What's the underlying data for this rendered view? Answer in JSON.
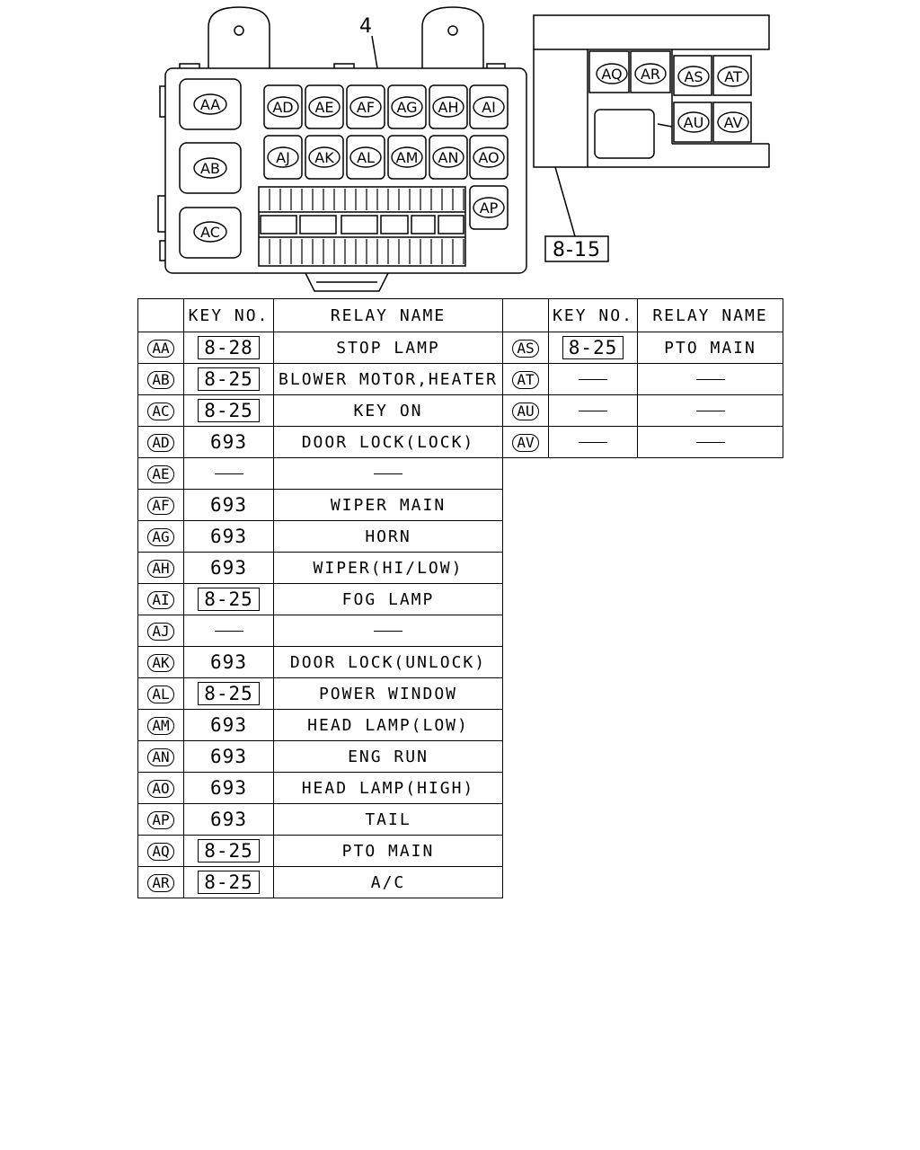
{
  "diagram": {
    "callout_main": "4",
    "callout_ref": "8-15",
    "fuse_box_labels": [
      "AA",
      "AB",
      "AC",
      "AD",
      "AE",
      "AF",
      "AG",
      "AH",
      "AI",
      "AJ",
      "AK",
      "AL",
      "AM",
      "AN",
      "AO",
      "AP"
    ],
    "sub_box_labels": [
      "AQ",
      "AR",
      "AS",
      "AT",
      "AU",
      "AV"
    ]
  },
  "table": {
    "headers": [
      "",
      "KEY NO.",
      "RELAY NAME"
    ],
    "left_rows": [
      {
        "code": "AA",
        "key": "8-28",
        "boxed": true,
        "name": "STOP LAMP"
      },
      {
        "code": "AB",
        "key": "8-25",
        "boxed": true,
        "name": "BLOWER MOTOR,HEATER"
      },
      {
        "code": "AC",
        "key": "8-25",
        "boxed": true,
        "name": "KEY ON"
      },
      {
        "code": "AD",
        "key": "693",
        "boxed": false,
        "name": "DOOR LOCK(LOCK)"
      },
      {
        "code": "AE",
        "key": "",
        "boxed": false,
        "name": ""
      },
      {
        "code": "AF",
        "key": "693",
        "boxed": false,
        "name": "WIPER MAIN"
      },
      {
        "code": "AG",
        "key": "693",
        "boxed": false,
        "name": "HORN"
      },
      {
        "code": "AH",
        "key": "693",
        "boxed": false,
        "name": "WIPER(HI/LOW)"
      },
      {
        "code": "AI",
        "key": "8-25",
        "boxed": true,
        "name": "FOG LAMP"
      },
      {
        "code": "AJ",
        "key": "",
        "boxed": false,
        "name": ""
      },
      {
        "code": "AK",
        "key": "693",
        "boxed": false,
        "name": "DOOR LOCK(UNLOCK)"
      },
      {
        "code": "AL",
        "key": "8-25",
        "boxed": true,
        "name": "POWER WINDOW"
      },
      {
        "code": "AM",
        "key": "693",
        "boxed": false,
        "name": "HEAD LAMP(LOW)"
      },
      {
        "code": "AN",
        "key": "693",
        "boxed": false,
        "name": "ENG RUN"
      },
      {
        "code": "AO",
        "key": "693",
        "boxed": false,
        "name": "HEAD LAMP(HIGH)"
      },
      {
        "code": "AP",
        "key": "693",
        "boxed": false,
        "name": "TAIL"
      },
      {
        "code": "AQ",
        "key": "8-25",
        "boxed": true,
        "name": "PTO MAIN"
      },
      {
        "code": "AR",
        "key": "8-25",
        "boxed": true,
        "name": "A/C"
      }
    ],
    "right_rows": [
      {
        "code": "AS",
        "key": "8-25",
        "boxed": true,
        "name": "PTO MAIN"
      },
      {
        "code": "AT",
        "key": "",
        "boxed": false,
        "name": ""
      },
      {
        "code": "AU",
        "key": "",
        "boxed": false,
        "name": ""
      },
      {
        "code": "AV",
        "key": "",
        "boxed": false,
        "name": ""
      }
    ]
  }
}
